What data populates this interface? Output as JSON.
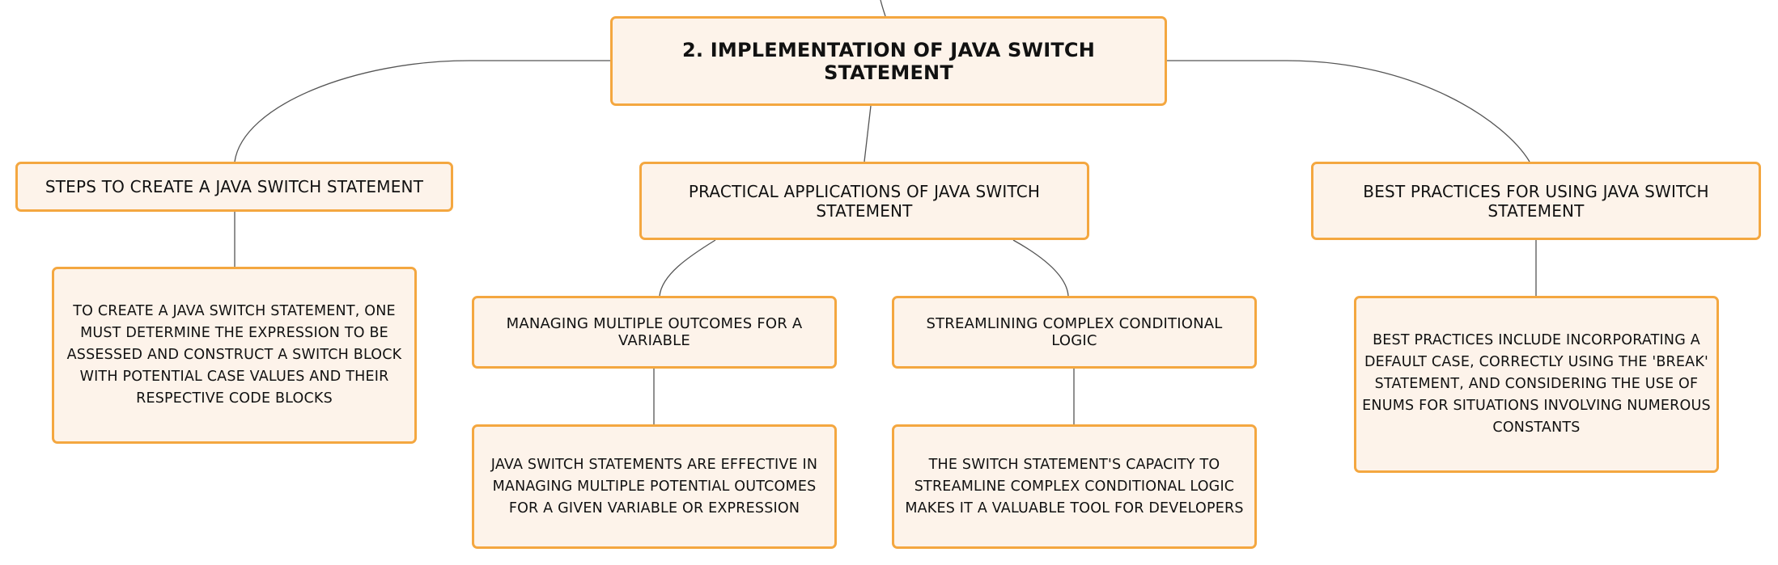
{
  "mindmap": {
    "root": {
      "label": "2. IMPLEMENTATION OF JAVA SWITCH STATEMENT"
    },
    "branches": [
      {
        "label": "STEPS TO CREATE A JAVA SWITCH STATEMENT",
        "detail": "TO CREATE A JAVA SWITCH STATEMENT, ONE MUST DETERMINE THE EXPRESSION TO BE ASSESSED AND CONSTRUCT A SWITCH BLOCK WITH POTENTIAL CASE VALUES AND THEIR RESPECTIVE CODE BLOCKS"
      },
      {
        "label": "PRACTICAL APPLICATIONS OF JAVA SWITCH STATEMENT",
        "children": [
          {
            "label": "MANAGING MULTIPLE OUTCOMES FOR A VARIABLE",
            "detail": "JAVA SWITCH STATEMENTS ARE EFFECTIVE IN MANAGING MULTIPLE POTENTIAL OUTCOMES FOR A GIVEN VARIABLE OR EXPRESSION"
          },
          {
            "label": "STREAMLINING COMPLEX CONDITIONAL LOGIC",
            "detail": "THE SWITCH STATEMENT'S CAPACITY TO STREAMLINE COMPLEX CONDITIONAL LOGIC MAKES IT A VALUABLE TOOL FOR DEVELOPERS"
          }
        ]
      },
      {
        "label": "BEST PRACTICES FOR USING JAVA SWITCH STATEMENT",
        "detail": "BEST PRACTICES INCLUDE INCORPORATING A DEFAULT CASE, CORRECTLY USING THE 'BREAK' STATEMENT, AND CONSIDERING THE USE OF ENUMS FOR SITUATIONS INVOLVING NUMEROUS CONSTANTS"
      }
    ]
  },
  "colors": {
    "node_fill": "#fdf3ea",
    "node_border": "#f4a740",
    "connector": "#555555",
    "text": "#111111"
  }
}
